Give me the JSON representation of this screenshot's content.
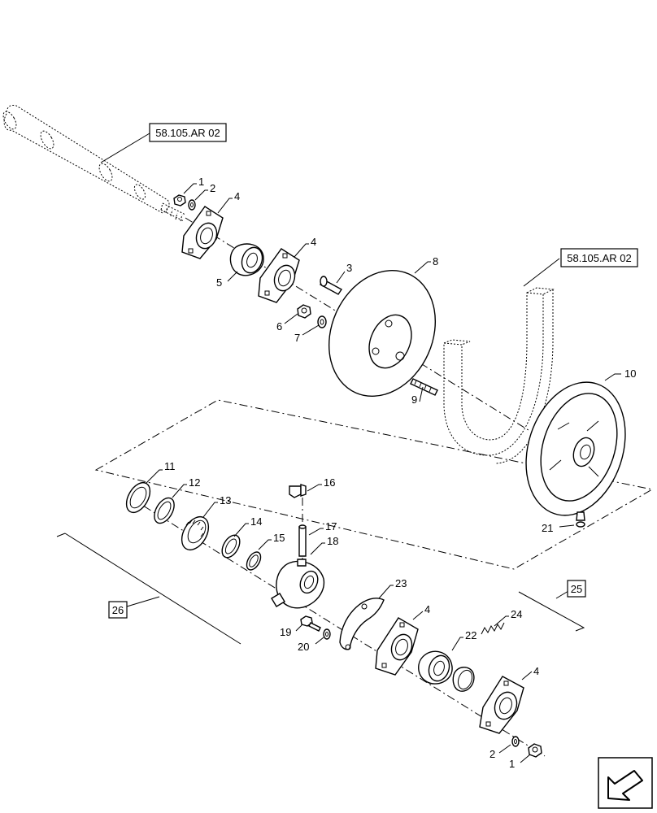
{
  "references": {
    "ref_top": "58.105.AR 02",
    "ref_right": "58.105.AR 02",
    "ref_25": "25",
    "ref_26": "26"
  },
  "callouts": {
    "c1a": "1",
    "c2a": "2",
    "c4a": "4",
    "c5": "5",
    "c4b": "4",
    "c3": "3",
    "c8": "8",
    "c6": "6",
    "c7": "7",
    "c9": "9",
    "c10": "10",
    "c21": "21",
    "c11": "11",
    "c12": "12",
    "c13": "13",
    "c14": "14",
    "c15": "15",
    "c16": "16",
    "c17": "17",
    "c18": "18",
    "c19": "19",
    "c20": "20",
    "c23": "23",
    "c4c": "4",
    "c22": "22",
    "c24": "24",
    "c4d": "4",
    "c2b": "2",
    "c1b": "1"
  },
  "icons": {
    "nav": "arrow-previous-icon"
  }
}
